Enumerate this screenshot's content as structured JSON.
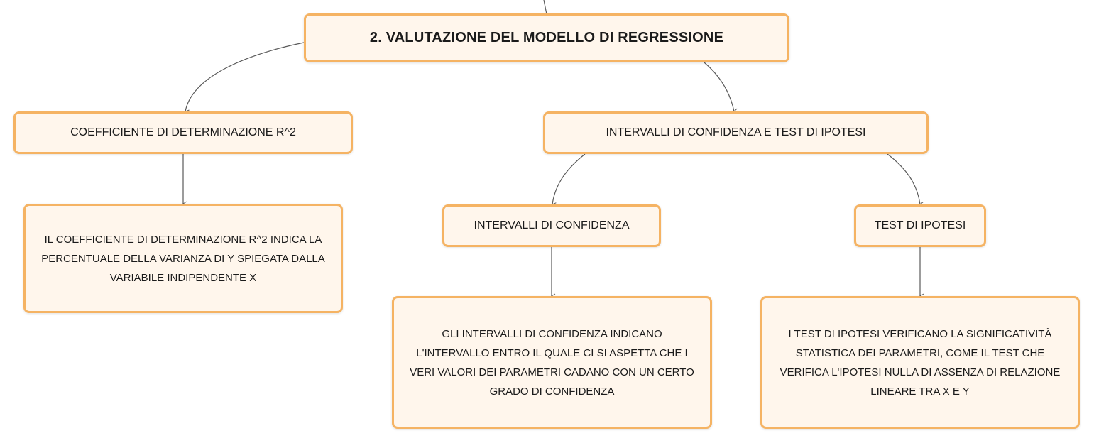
{
  "colors": {
    "node_fill": "#fff6ec",
    "node_border": "#f5b363",
    "connector": "#5a5a5a",
    "text": "#1b1b1b"
  },
  "mindmap": {
    "root": {
      "label": "2. VALUTAZIONE DEL MODELLO DI REGRESSIONE"
    },
    "branches": [
      {
        "label": "COEFFICIENTE DI DETERMINAZIONE R^2",
        "description": "IL COEFFICIENTE DI DETERMINAZIONE R^2 INDICA LA PERCENTUALE DELLA VARIANZA DI Y SPIEGATA DALLA VARIABILE INDIPENDENTE X"
      },
      {
        "label": "INTERVALLI DI CONFIDENZA E TEST DI IPOTESI",
        "children": [
          {
            "label": "INTERVALLI DI CONFIDENZA",
            "description": "GLI INTERVALLI DI CONFIDENZA INDICANO L'INTERVALLO ENTRO IL QUALE CI SI ASPETTA CHE I VERI VALORI DEI PARAMETRI CADANO CON UN CERTO GRADO DI CONFIDENZA"
          },
          {
            "label": "TEST DI IPOTESI",
            "description": "I TEST DI IPOTESI VERIFICANO LA SIGNIFICATIVITÀ STATISTICA DEI PARAMETRI, COME IL TEST CHE VERIFICA L'IPOTESI NULLA DI ASSENZA DI RELAZIONE LINEARE TRA X E Y"
          }
        ]
      }
    ]
  }
}
